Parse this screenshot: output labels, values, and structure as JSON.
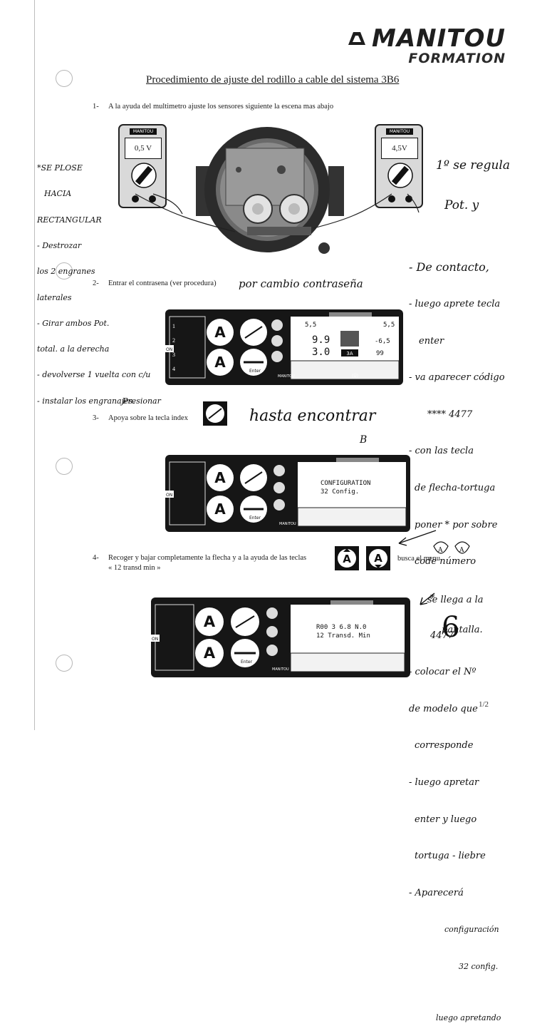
{
  "logo": {
    "brand": "MANITOU",
    "subtitle": "FORMATION"
  },
  "title": "Procedimiento de ajuste del rodillo a cable del sistema 3B6",
  "steps": [
    {
      "num": "1-",
      "text": "A la ayuda del multimetro ajuste los sensores siguiente la escena mas abajo"
    },
    {
      "num": "2-",
      "text": "Entrar el contrasena (ver procedura)"
    },
    {
      "num": "3-",
      "text": "Apoya sobre la tecla index"
    },
    {
      "num": "4-",
      "text": "Recoger y bajar completamente la flecha y a la ayuda de las teclas",
      "text2": "« 12 transd min »",
      "text3": "busca el menu"
    }
  ],
  "meters": {
    "left_value": "0,5 V",
    "right_value": "4,5V",
    "brand": "MANITOU"
  },
  "panels": {
    "panel1": {
      "row1_left": "5,5",
      "row1_right": "5,5",
      "val1": "9.9",
      "val1_unit": "-6,5",
      "val2": "3.0",
      "val2_unit": "99",
      "badge": "3A"
    },
    "panel2": {
      "line1": "CONFIGURATION",
      "line2": "32 Config."
    },
    "panel3": {
      "line1": "R00 3 6.8 N.0",
      "line2": "12 Transd. Min"
    },
    "enter_label": "Enter",
    "brand": "MANITOU",
    "on_label": "ON"
  },
  "handwriting": {
    "left_notes": [
      "*SE PLOSE",
      "HACIA",
      "RECTANGULAR",
      "- Destrozar",
      "los 2 engranes",
      "laterales",
      "- Girar ambos Pot.",
      "total. a la derecha",
      "- devolverse 1 vuelta con c/u",
      "- instalar los engranajes."
    ],
    "top_right": [
      "1º se regula",
      "Pot. y"
    ],
    "step2_note": "por cambio contraseña",
    "right_notes": [
      "- De contacto,",
      "- luego aprete tecla",
      "enter",
      "- va aparecer código",
      "**** 4477",
      "- con las tecla",
      "de flecha-tortuga",
      "poner * por sobre",
      "code número",
      "*",
      "4477",
      "- colocar el Nº",
      "de modelo que",
      "corresponde",
      "- luego apretar",
      "enter y luego",
      "tortuga - liebre",
      "- Aparecerá",
      "configuración",
      "32 config.",
      "luego apretando"
    ],
    "step3_above": "Presionar",
    "step3_after": "hasta encontrar",
    "step4_note": [
      "se llega a la",
      "pantalla."
    ],
    "page_mark": "6",
    "loose_mark": "B"
  },
  "page_number": "1/2"
}
